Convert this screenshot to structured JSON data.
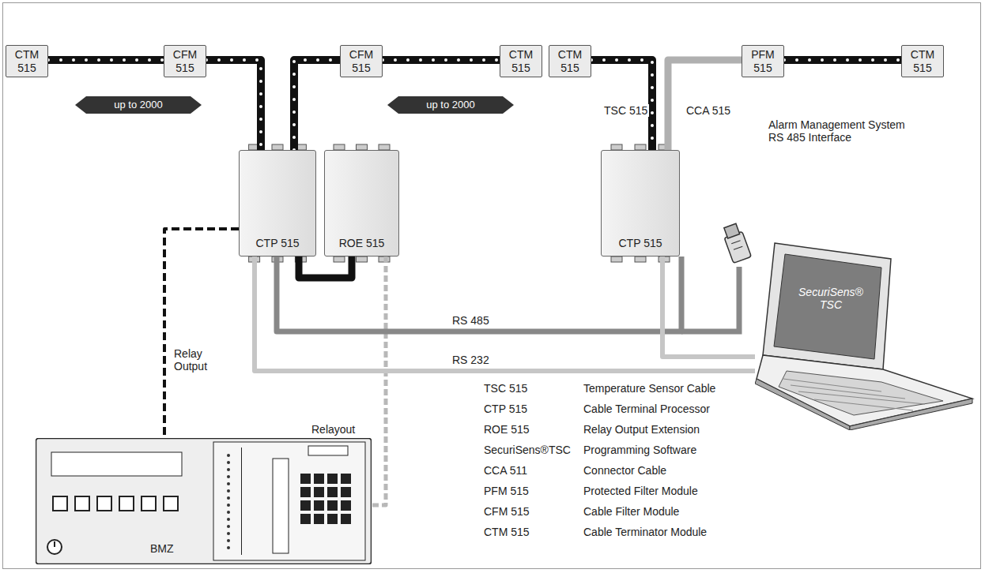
{
  "diagram": {
    "nodes": [
      {
        "text": [
          "CTM 515"
        ]
      },
      {
        "text": [
          "CFM 515"
        ]
      },
      {
        "text": [
          "CFM 515"
        ]
      },
      {
        "text": [
          "CTM 515"
        ]
      },
      {
        "text": [
          "CTM 515"
        ]
      },
      {
        "text": [
          "PFM 515"
        ]
      },
      {
        "text": [
          "CTM 515"
        ]
      },
      {
        "text": [
          "up to 2000"
        ]
      },
      {
        "text": [
          "up to 2000"
        ]
      },
      {
        "text": [
          "CTP 515"
        ]
      },
      {
        "text": [
          "ROE 515"
        ]
      },
      {
        "text": [
          "CTP 515"
        ]
      },
      {
        "text": [
          "SecuriSens® TSC"
        ]
      },
      {
        "text": [
          "BMZ"
        ]
      }
    ],
    "edges": [
      {
        "from": 0,
        "to": 1,
        "arrow": "none"
      },
      {
        "from": 1,
        "to": 9,
        "arrow": "none"
      },
      {
        "from": 9,
        "to": 2,
        "arrow": "none"
      },
      {
        "from": 2,
        "to": 3,
        "arrow": "none"
      },
      {
        "from": 4,
        "to": 11,
        "arrow": "none",
        "label": "TSC 515"
      },
      {
        "from": 11,
        "to": 5,
        "arrow": "none",
        "label": "CCA 515"
      },
      {
        "from": 5,
        "to": 6,
        "arrow": "none"
      },
      {
        "from": 9,
        "to": 10,
        "arrow": "none"
      },
      {
        "from": 9,
        "to": 13,
        "arrow": "none",
        "label": "Relay Output"
      },
      {
        "from": 10,
        "to": 13,
        "arrow": "none",
        "label": "Relayout"
      },
      {
        "from": 9,
        "to": 11,
        "arrow": "none",
        "label": "RS 485"
      },
      {
        "from": 9,
        "to": 12,
        "arrow": "none",
        "label": "RS 232"
      },
      {
        "from": 11,
        "to": 12,
        "arrow": "none"
      }
    ],
    "labels": [
      "Alarm Management System RS 485 Interface",
      "TSC 515",
      "Temperature Sensor Cable",
      "CTP 515",
      "Cable Terminal Processor",
      "ROE 515",
      "Relay Output Extension",
      "SecuriSens®TSC",
      "Programming Software",
      "CCA 511",
      "Connector Cable",
      "PFM 515",
      "Protected Filter Module",
      "CFM 515",
      "Cable Filter Module",
      "CTM 515",
      "Cable Terminator Module"
    ]
  }
}
